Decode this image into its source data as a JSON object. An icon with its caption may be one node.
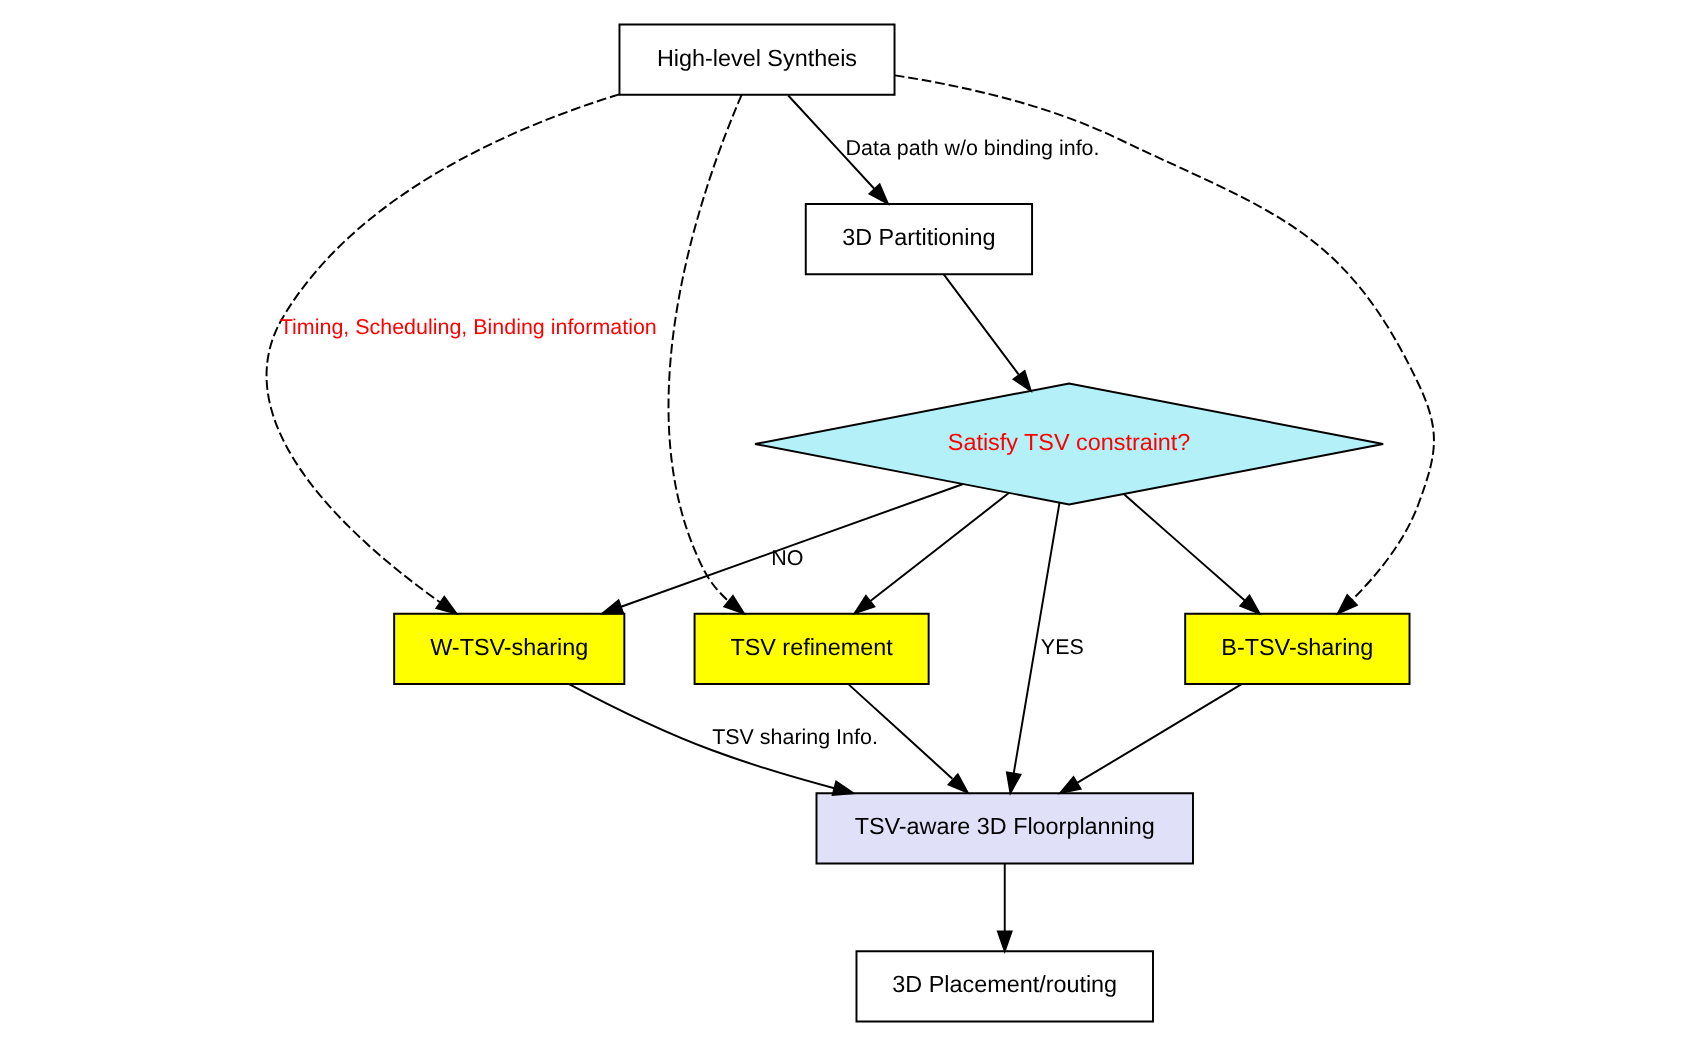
{
  "diagram": {
    "nodes": [
      {
        "text": [
          "High-level Syntheis"
        ]
      },
      {
        "text": [
          "3D Partitioning"
        ]
      },
      {
        "text": [
          "Satisfy TSV constraint?"
        ]
      },
      {
        "text": [
          "W-TSV-sharing"
        ]
      },
      {
        "text": [
          "B-TSV-sharing"
        ]
      },
      {
        "text": [
          "TSV refinement"
        ]
      },
      {
        "text": [
          "TSV-aware 3D Floorplanning"
        ]
      },
      {
        "text": [
          "3D Placement/routing"
        ]
      }
    ],
    "edges": [
      {
        "from": 0,
        "to": 1,
        "arrow": "to",
        "label": "Data path w/o binding info."
      },
      {
        "from": 1,
        "to": 2,
        "arrow": "to"
      },
      {
        "from": 0,
        "to": 3,
        "arrow": "to",
        "style": "dashed",
        "label": "Timing, Scheduling, Binding information"
      },
      {
        "from": 0,
        "to": 4,
        "arrow": "to",
        "style": "dashed"
      },
      {
        "from": 0,
        "to": 5,
        "arrow": "to",
        "style": "dashed"
      },
      {
        "from": 2,
        "to": 3,
        "arrow": "to",
        "label": "NO"
      },
      {
        "from": 2,
        "to": 4,
        "arrow": "to"
      },
      {
        "from": 2,
        "to": 5,
        "arrow": "to"
      },
      {
        "from": 3,
        "to": 6,
        "arrow": "to",
        "label": "TSV sharing Info."
      },
      {
        "from": 4,
        "to": 6,
        "arrow": "to"
      },
      {
        "from": 5,
        "to": 6,
        "arrow": "to"
      },
      {
        "from": 2,
        "to": 6,
        "arrow": "to",
        "label": "YES"
      },
      {
        "from": 6,
        "to": 7,
        "arrow": "to"
      }
    ]
  }
}
